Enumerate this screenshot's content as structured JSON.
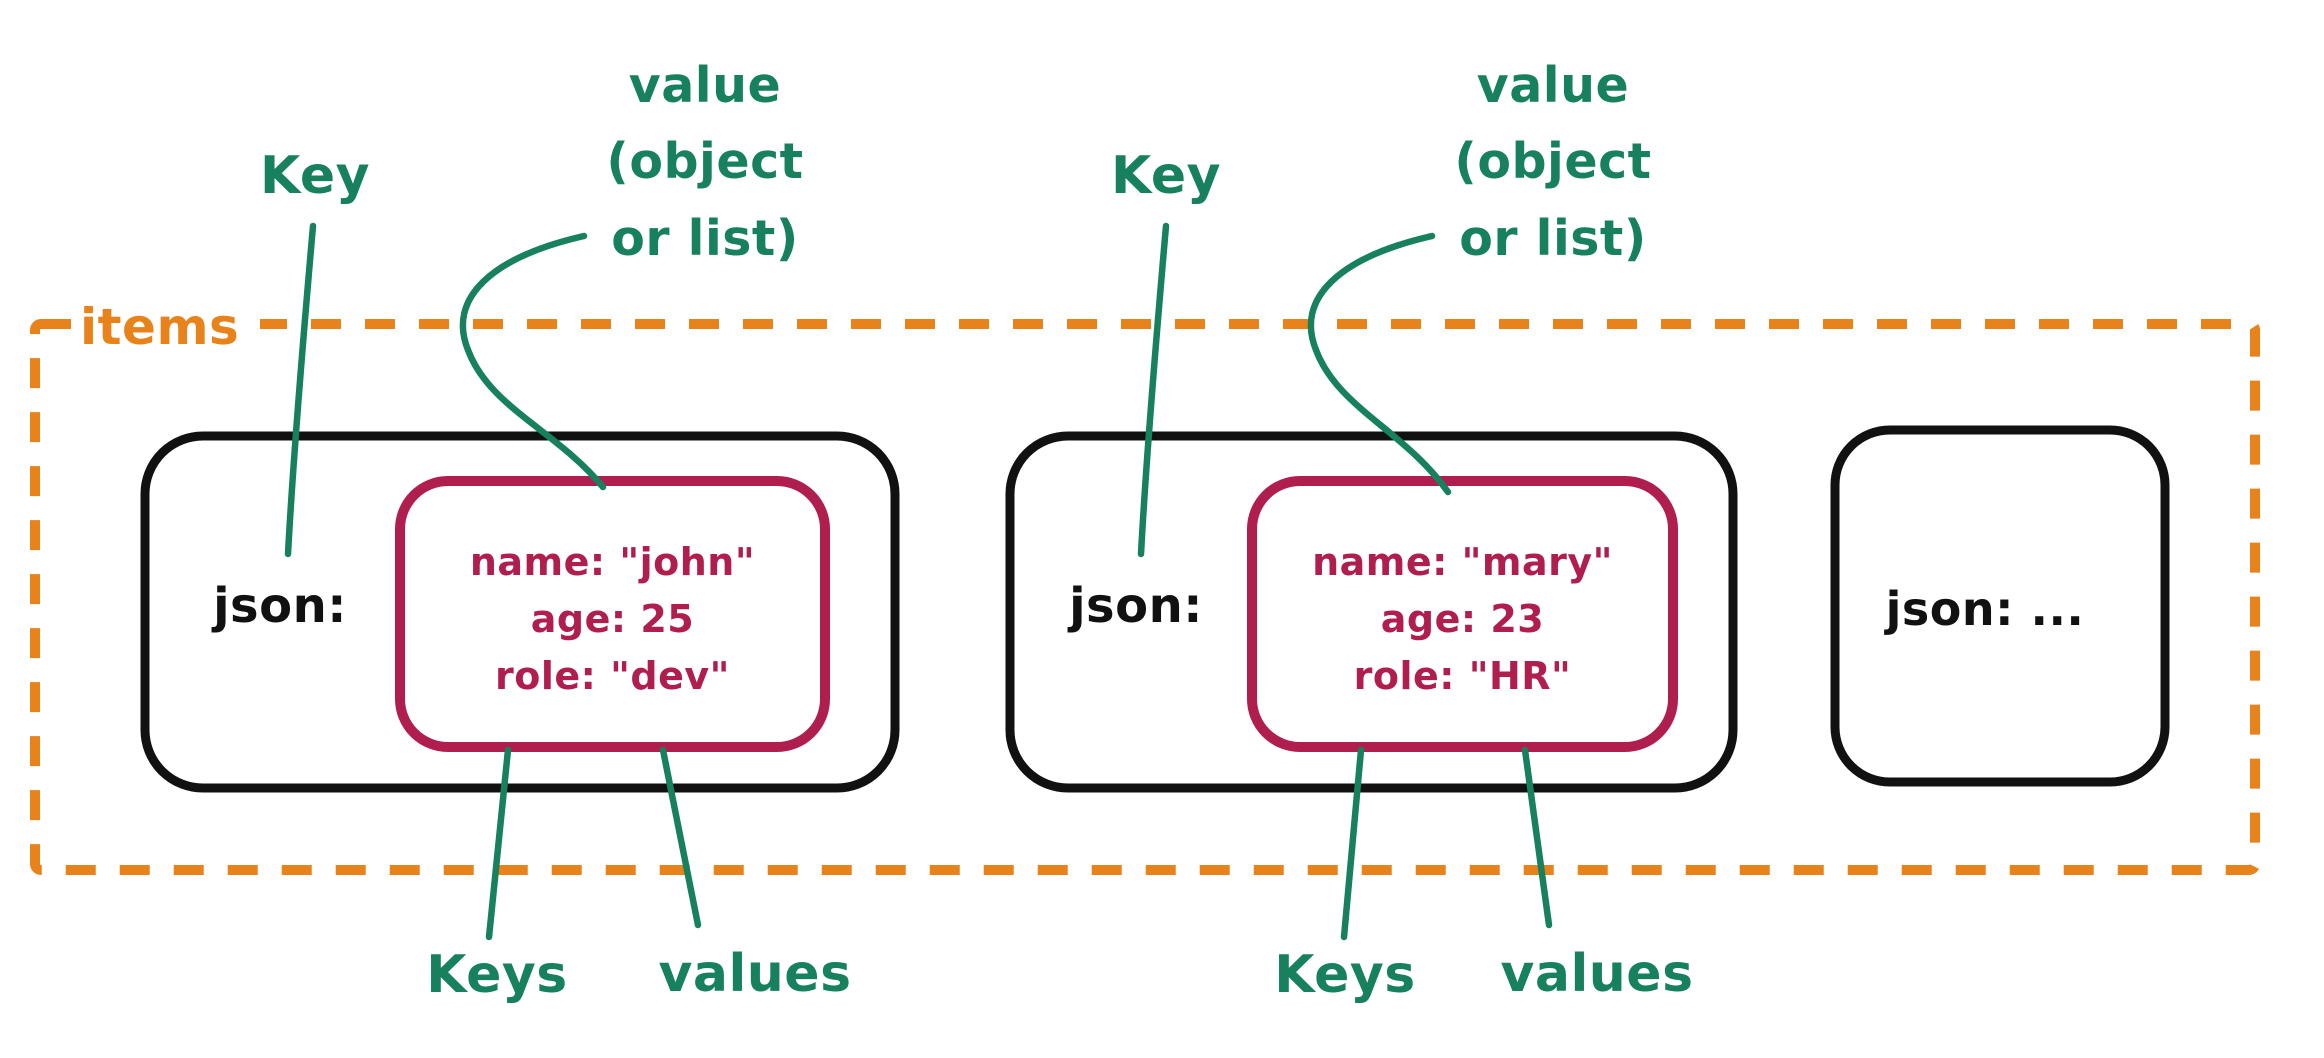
{
  "colors": {
    "green": "#16815c",
    "orange": "#e8821a",
    "crimson": "#b01e4d",
    "ink": "#111111"
  },
  "group": {
    "label": "items"
  },
  "annotations": {
    "key_left": "Key",
    "value_left": "value\n(object\nor list)",
    "key_right": "Key",
    "value_right": "value\n(object\nor list)",
    "keys_left": "Keys",
    "values_left": "values",
    "keys_right": "Keys",
    "values_right": "values"
  },
  "items": [
    {
      "key": "json:",
      "object_lines": "name: \"john\"\nage: 25\nrole: \"dev\""
    },
    {
      "key": "json:",
      "object_lines": "name: \"mary\"\nage: 23\nrole: \"HR\""
    },
    {
      "key": "json: ..."
    }
  ]
}
